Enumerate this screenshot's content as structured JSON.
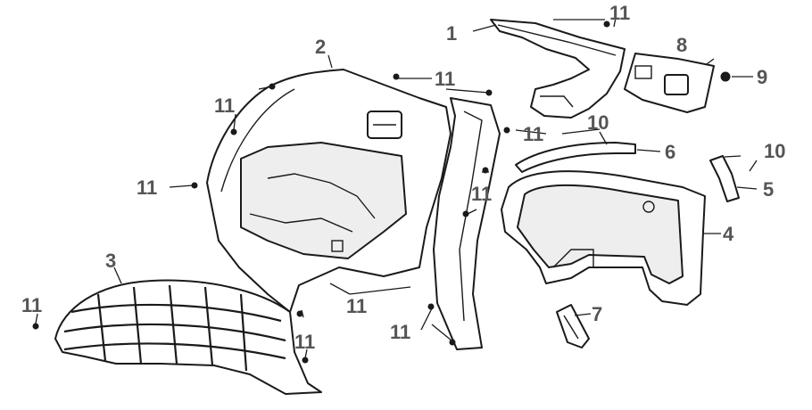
{
  "callouts": {
    "c1": "1",
    "c2": "2",
    "c3": "3",
    "c4": "4",
    "c5": "5",
    "c6": "6",
    "c7": "7",
    "c8": "8",
    "c9": "9",
    "c10": "10",
    "c11": "11"
  },
  "colors": {
    "line": "#1a1a1a",
    "label": "#555555",
    "background": "#ffffff"
  }
}
